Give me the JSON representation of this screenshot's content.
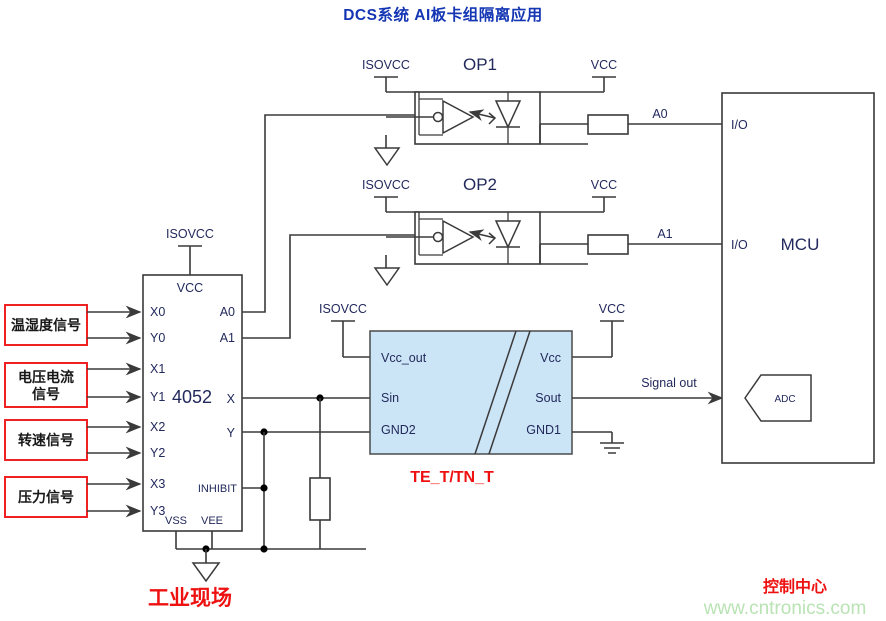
{
  "title": "DCS系统  AI板卡组隔离应用",
  "watermark": "www.cntronics.com",
  "zones": {
    "left_label": "工业现场",
    "right_label": "控制中心"
  },
  "inputs": [
    {
      "label_line1": "温湿度信号",
      "label_line2": "",
      "pins": [
        "X0",
        "Y0"
      ]
    },
    {
      "label_line1": "电压电流",
      "label_line2": "信号",
      "pins": [
        "X1",
        "Y1"
      ]
    },
    {
      "label_line1": "转速信号",
      "label_line2": "",
      "pins": [
        "X2",
        "Y2"
      ]
    },
    {
      "label_line1": "压力信号",
      "label_line2": "",
      "pins": [
        "X3",
        "Y3"
      ]
    }
  ],
  "mux": {
    "name": "4052",
    "supply_label": "ISOVCC",
    "vcc_pin": "VCC",
    "left_pins": [
      "X0",
      "Y0",
      "X1",
      "Y1",
      "X2",
      "Y2",
      "X3",
      "Y3"
    ],
    "right_pins": [
      "A0",
      "A1",
      "X",
      "Y",
      "INHIBIT"
    ],
    "bottom_pins": [
      "VSS",
      "VEE"
    ]
  },
  "optocouplers": [
    {
      "name": "OP1",
      "left_supply": "ISOVCC",
      "right_supply": "VCC",
      "signal_label": "A0",
      "mcu_pin": "I/O"
    },
    {
      "name": "OP2",
      "left_supply": "ISOVCC",
      "right_supply": "VCC",
      "signal_label": "A1",
      "mcu_pin": "I/O"
    }
  ],
  "isolator": {
    "name": "TE_T/TN_T",
    "left_supply": "ISOVCC",
    "right_supply": "VCC",
    "left_pins": [
      "Vcc_out",
      "Sin",
      "GND2"
    ],
    "right_pins": [
      "Vcc",
      "Sout",
      "GND1"
    ],
    "output_label": "Signal out"
  },
  "mcu": {
    "name": "MCU",
    "adc_label": "ADC"
  },
  "colors": {
    "title_blue": "#1436b4",
    "accent_red": "#ee1111",
    "isolator_fill": "#cce5f6",
    "wire": "#3a3a3a",
    "watermark_green": "#b9e3b4"
  }
}
